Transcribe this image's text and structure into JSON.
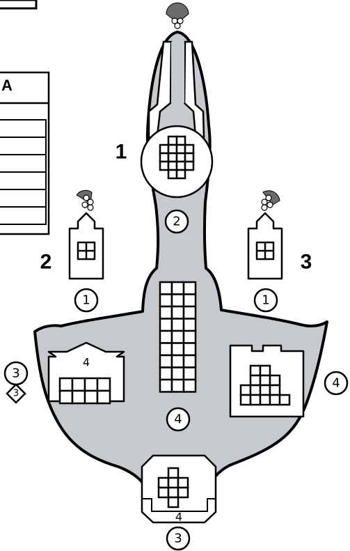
{
  "reference_table": {
    "header": "A",
    "row_count": 6
  },
  "ship": {
    "nose_room": {
      "label": "1",
      "capacity": "2"
    },
    "left_pod": {
      "label": "2",
      "capacity": "1"
    },
    "right_pod": {
      "label": "3",
      "capacity": "1"
    },
    "central_corridor": {
      "capacity": "4"
    },
    "left_wing_room": {
      "top_value": "4",
      "capacity": "3",
      "diamond_value": "3"
    },
    "right_wing_room": {
      "capacity": "4"
    },
    "tail_room": {
      "inner_value": "4",
      "capacity": "3"
    }
  },
  "colors": {
    "hull": "#c6c9ce",
    "outline": "#000000",
    "cannon": "#6b6b6b"
  },
  "icons": [
    "cannon-icon",
    "cannon-icon",
    "cannon-icon",
    "ship-hull",
    "reference-table"
  ]
}
